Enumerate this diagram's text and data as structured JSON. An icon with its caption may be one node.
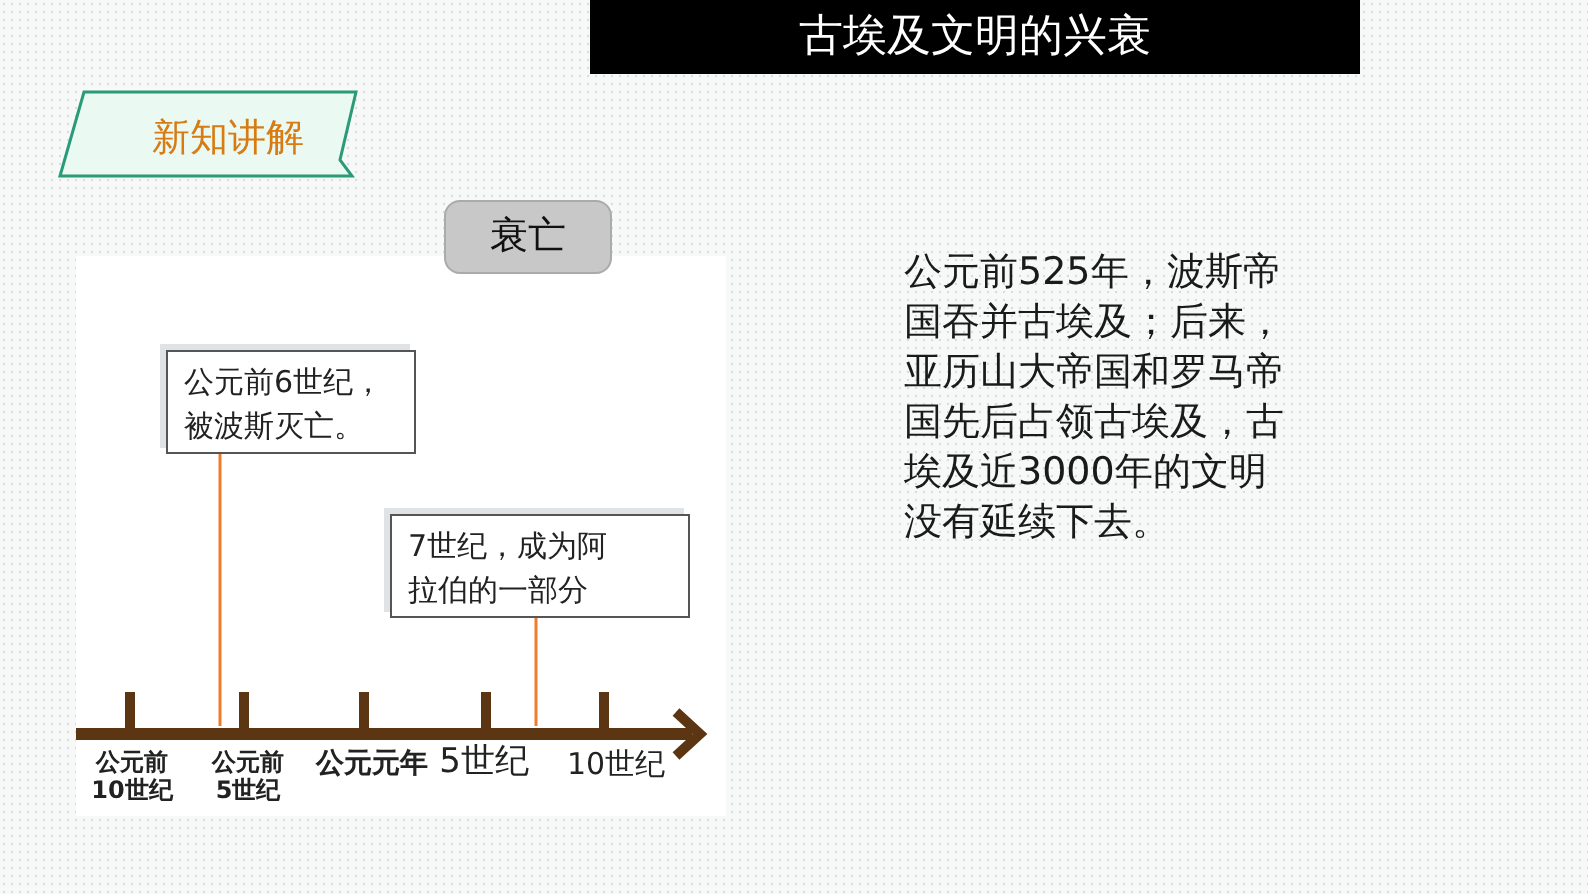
{
  "diagram": {
    "title": "古埃及文明的兴衰",
    "nodes": [
      {
        "text": [
          "新知讲解"
        ]
      },
      {
        "text": [
          "衰亡"
        ]
      },
      {
        "text": [
          "公元前6世纪，被波斯灭亡。"
        ]
      },
      {
        "text": [
          "7世纪，成为阿拉伯的一部分"
        ]
      }
    ],
    "edges": [
      {
        "from": 2,
        "to": null,
        "arrow": "none"
      },
      {
        "from": 3,
        "to": null,
        "arrow": "none"
      }
    ],
    "labels": [
      "公元前10世纪",
      "公元前5世纪",
      "公元元年",
      "5世纪",
      "10世纪",
      "公元前525年，波斯帝国吞并古埃及；后来，亚历山大帝国和罗马帝国先后占领古埃及，古埃及近3000年的文明没有延续下去。"
    ]
  }
}
